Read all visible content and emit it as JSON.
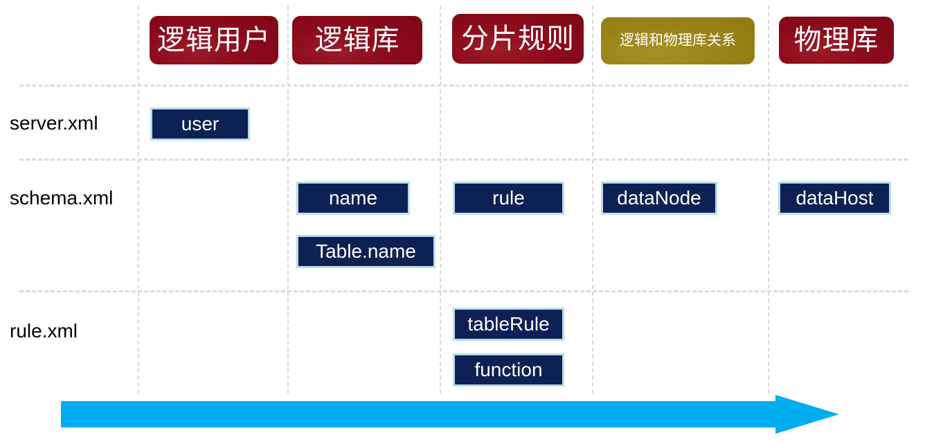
{
  "diagram": {
    "title_columns": [
      {
        "label": "逻辑用户",
        "color": "#8c0b1c",
        "size": "large"
      },
      {
        "label": "逻辑库",
        "color": "#8c0b1c",
        "size": "large"
      },
      {
        "label": "分片规则",
        "color": "#8c0b1c",
        "size": "large"
      },
      {
        "label": "逻辑和物理库关系",
        "color": "#9a8418",
        "size": "small"
      },
      {
        "label": "物理库",
        "color": "#8c0b1c",
        "size": "large"
      }
    ],
    "rows": [
      {
        "label": "server.xml"
      },
      {
        "label": "schema.xml"
      },
      {
        "label": "rule.xml"
      }
    ],
    "cells": [
      {
        "row": "server.xml",
        "column": "逻辑用户",
        "label": "user"
      },
      {
        "row": "schema.xml",
        "column": "逻辑库",
        "label": "name"
      },
      {
        "row": "schema.xml",
        "column": "逻辑库",
        "label": "Table.name"
      },
      {
        "row": "schema.xml",
        "column": "分片规则",
        "label": "rule"
      },
      {
        "row": "schema.xml",
        "column": "逻辑和物理库关系",
        "label": "dataNode"
      },
      {
        "row": "schema.xml",
        "column": "物理库",
        "label": "dataHost"
      },
      {
        "row": "rule.xml",
        "column": "分片规则",
        "label": "tableRule"
      },
      {
        "row": "rule.xml",
        "column": "分片规则",
        "label": "function"
      }
    ],
    "colors": {
      "header_red": "#8c0b1c",
      "header_olive": "#9a8418",
      "item_fill": "#0d2154",
      "item_border": "#b9dfe9",
      "arrow": "#00aeef",
      "gridline": "#d9d9d9",
      "text_dark": "#000000",
      "text_light": "#ffffff"
    },
    "arrow": {
      "direction": "right",
      "name": "flow-direction-arrow"
    }
  }
}
